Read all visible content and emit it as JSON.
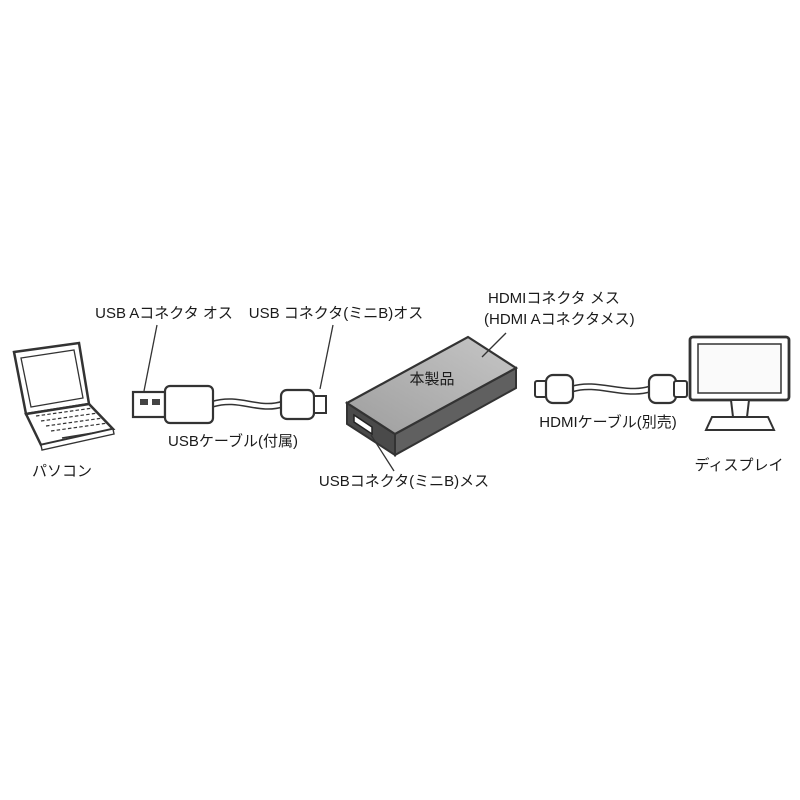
{
  "page": {
    "background": "#ffffff"
  },
  "diagram": {
    "type": "connection-diagram",
    "labels": {
      "usb_a_male": "USB Aコネクタ オス",
      "usb_mini_b_male": "USB コネクタ(ミニB)オス",
      "hdmi_female_1": "HDMIコネクタ メス",
      "hdmi_female_2": "(HDMI Aコネクタメス)",
      "product": "本製品",
      "usb_cable": "USBケーブル(付属)",
      "usb_mini_b_female": "USBコネクタ(ミニB)メス",
      "hdmi_cable": "HDMIケーブル(別売)",
      "pc": "パソコン",
      "display": "ディスプレイ"
    },
    "colors": {
      "outline": "#333333",
      "text": "#1a1a1a",
      "device_top_light": "#c2c2c2",
      "device_top_dark": "#9e9e9e",
      "device_end_face": "#4a4a4a",
      "device_front_face": "#606060",
      "connector_fill": "#ffffff",
      "screen_fill": "#fafafa"
    }
  }
}
